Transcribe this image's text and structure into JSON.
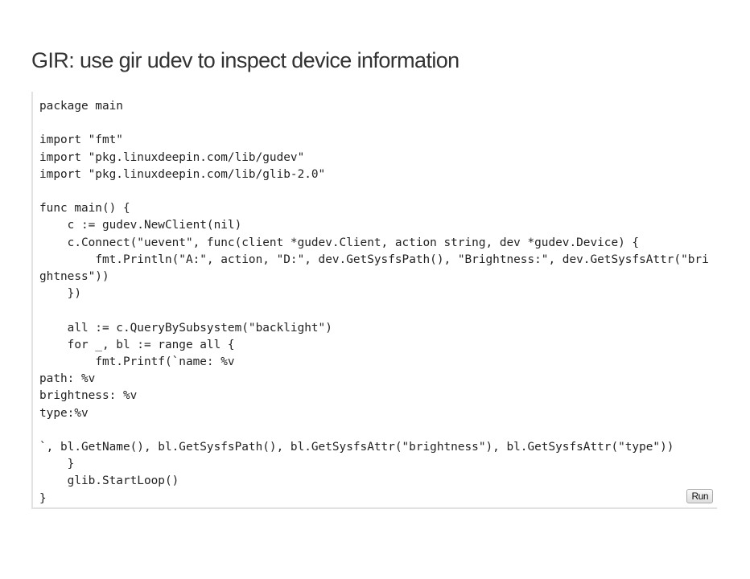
{
  "title": "GIR: use gir udev to inspect device information",
  "code": "package main\n\nimport \"fmt\"\nimport \"pkg.linuxdeepin.com/lib/gudev\"\nimport \"pkg.linuxdeepin.com/lib/glib-2.0\"\n\nfunc main() {\n    c := gudev.NewClient(nil)\n    c.Connect(\"uevent\", func(client *gudev.Client, action string, dev *gudev.Device) {\n        fmt.Println(\"A:\", action, \"D:\", dev.GetSysfsPath(), \"Brightness:\", dev.GetSysfsAttr(\"brightness\"))\n    })\n\n    all := c.QueryBySubsystem(\"backlight\")\n    for _, bl := range all {\n        fmt.Printf(`name: %v\npath: %v\nbrightness: %v\ntype:%v\n\n`, bl.GetName(), bl.GetSysfsPath(), bl.GetSysfsAttr(\"brightness\"), bl.GetSysfsAttr(\"type\"))\n    }\n    glib.StartLoop()\n}",
  "run_label": "Run"
}
